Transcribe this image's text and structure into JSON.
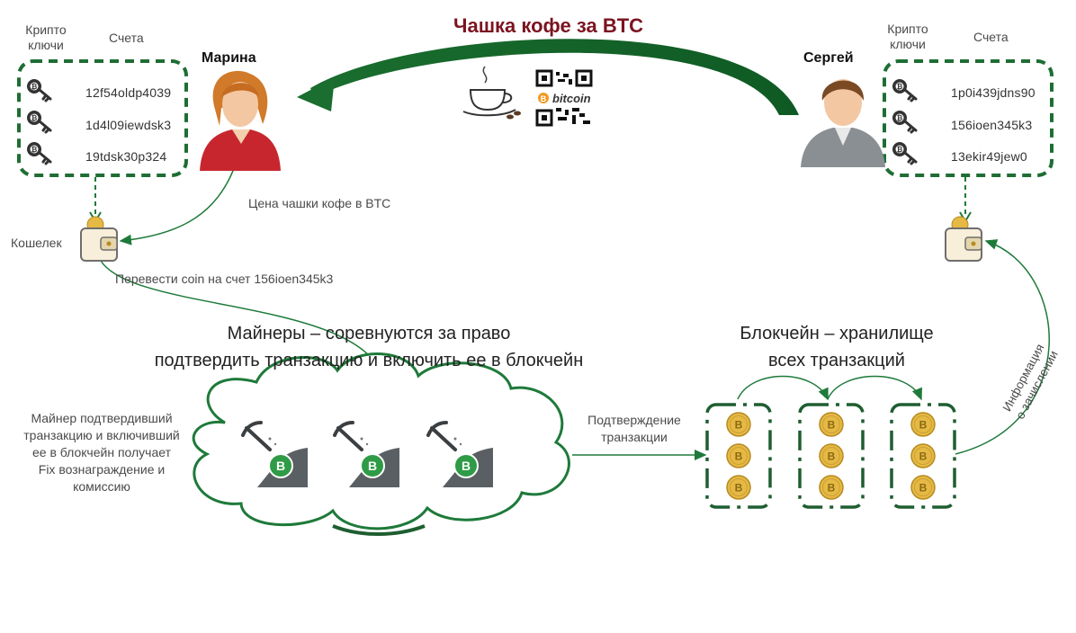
{
  "title": "Чашка кофе за BTC",
  "colors": {
    "green": "#1e7a3a",
    "dark_green": "#1f6e34",
    "title_red": "#7b1420",
    "gold": "#e6b945",
    "person_red": "#c8262e",
    "person_gray": "#8a8f93"
  },
  "marina": {
    "name": "Марина",
    "col_keys": "Крипто\nключи",
    "col_accounts": "Счета",
    "accounts": [
      "12f54oldp4039",
      "1d4l09iewdsk3",
      "19tdsk30p324"
    ],
    "wallet_label": "Кошелек",
    "price_label": "Цена чашки кофе в BTC",
    "transfer_label": "Перевести coin на счет 156ioen345k3"
  },
  "sergey": {
    "name": "Сергей",
    "col_keys": "Крипто\nключи",
    "col_accounts": "Счета",
    "accounts": [
      "1p0i439jdns90",
      "156ioen345k3",
      "13ekir49jew0"
    ]
  },
  "middle": {
    "bitcoin_word": "bitcoin"
  },
  "miners": {
    "heading_line1": "Майнеры – соревнуются за право",
    "heading_line2": "подтвердить транзакцию и включить ее в блокчейн",
    "reward_text": "Майнер подтвердивший\nтранзакцию и включивший\nее в блокчейн получает\nFix вознаграждение и\nкомиссию",
    "coin_letter": "B"
  },
  "blockchain": {
    "heading_line1": "Блокчейн – хранилище",
    "heading_line2": "всех транзакций",
    "confirm_label": "Подтверждение\nтранзакции",
    "info_label": "Информация\nо зачислении",
    "coin_letter": "B"
  }
}
